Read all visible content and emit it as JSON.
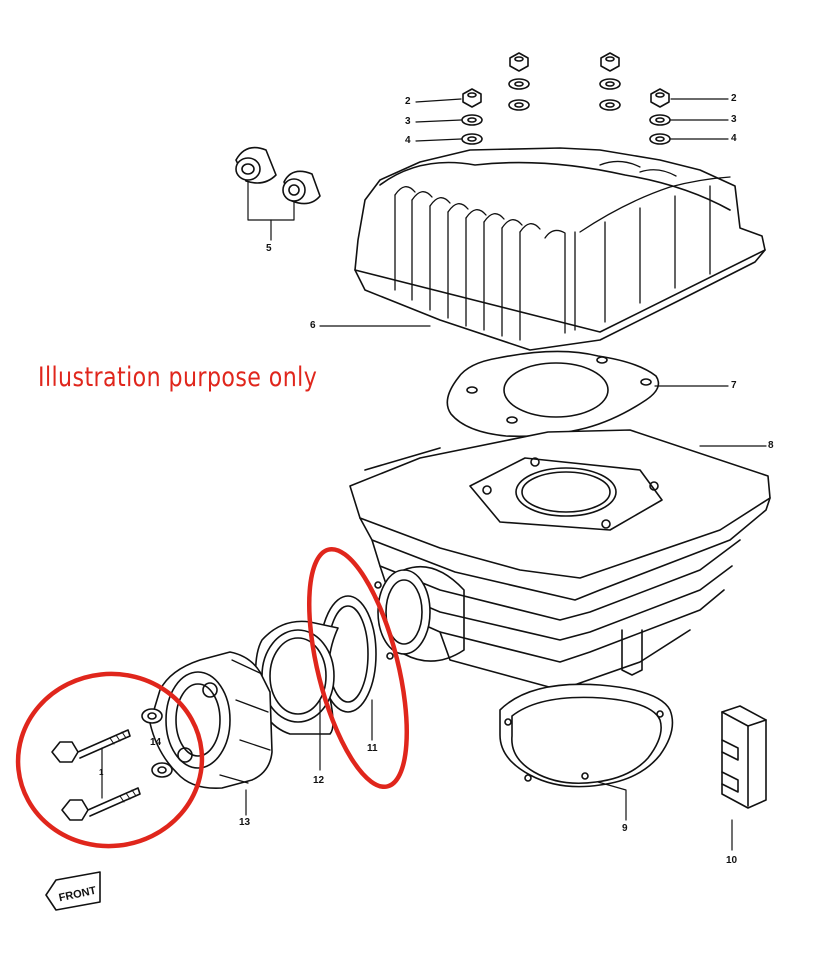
{
  "diagram": {
    "annotation_text": "Illustration purpose only",
    "front_label": "FRONT",
    "highlight_color": "#e0261c",
    "line_color": "#111111",
    "callouts": {
      "c2a": "2",
      "c3a": "3",
      "c4a": "4",
      "c2b": "2",
      "c3b": "3",
      "c4b": "4",
      "c5": "5",
      "c6": "6",
      "c7": "7",
      "c8": "8",
      "c9": "9",
      "c10": "10",
      "c11": "11",
      "c12": "12",
      "c13": "13",
      "c14": "14",
      "c1": "1"
    }
  }
}
